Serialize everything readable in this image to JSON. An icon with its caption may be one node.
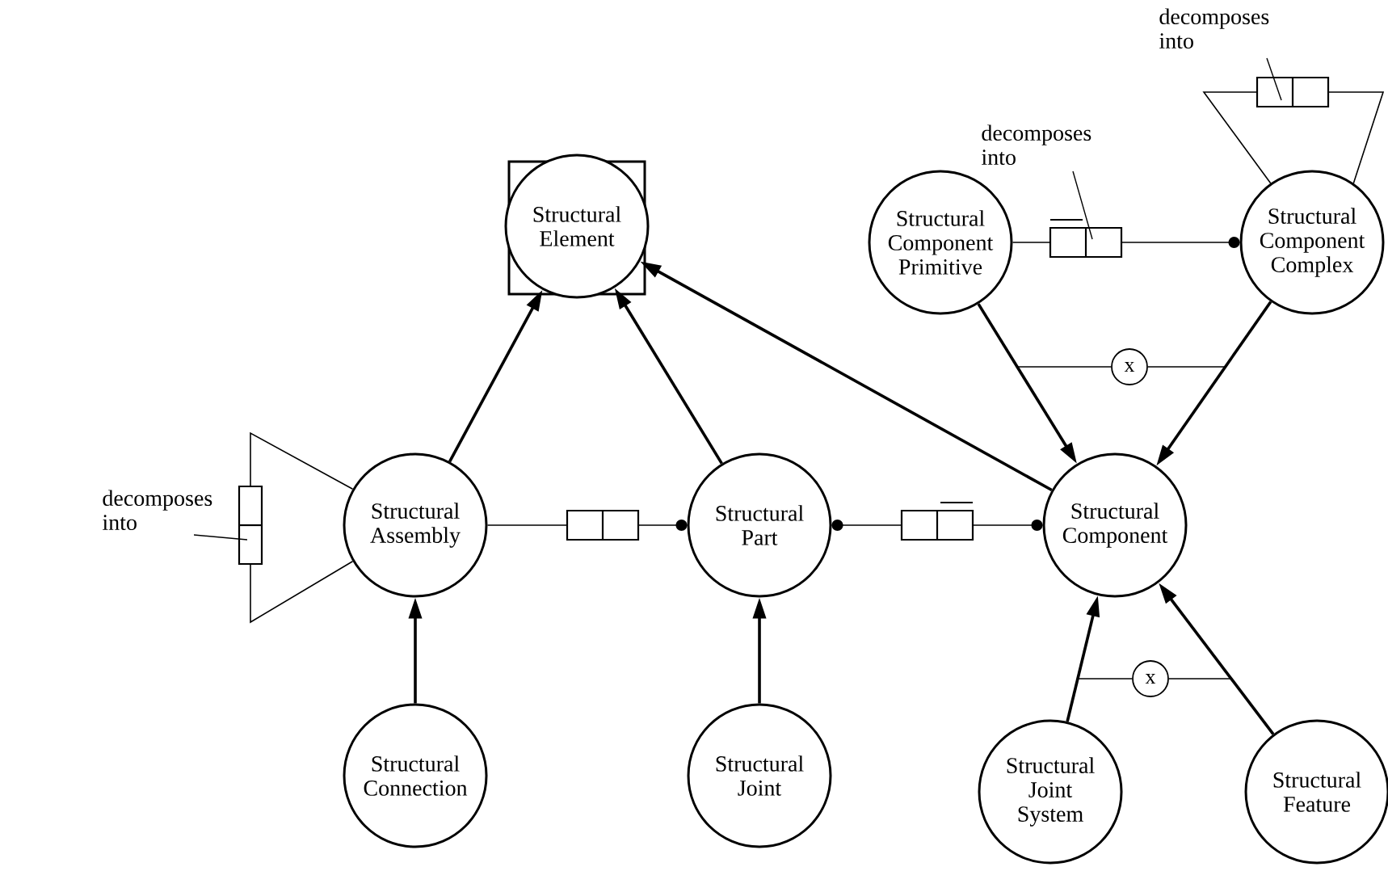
{
  "diagram": {
    "nodes": [
      {
        "text": [
          "Structural Element"
        ]
      },
      {
        "text": [
          "Structural Component Primitive"
        ]
      },
      {
        "text": [
          "Structural Component Complex"
        ]
      },
      {
        "text": [
          "Structural Assembly"
        ]
      },
      {
        "text": [
          "Structural Part"
        ]
      },
      {
        "text": [
          "Structural Component"
        ]
      },
      {
        "text": [
          "Structural Connection"
        ]
      },
      {
        "text": [
          "Structural Joint"
        ]
      },
      {
        "text": [
          "Structural Joint System"
        ]
      },
      {
        "text": [
          "Structural Feature"
        ]
      },
      {
        "text": [
          "x"
        ]
      },
      {
        "text": [
          "x"
        ]
      }
    ],
    "edges": [
      {
        "from": 3,
        "to": 0,
        "arrow": "to"
      },
      {
        "from": 4,
        "to": 0,
        "arrow": "to"
      },
      {
        "from": 5,
        "to": 0,
        "arrow": "to"
      },
      {
        "from": 1,
        "to": 5,
        "arrow": "to"
      },
      {
        "from": 2,
        "to": 5,
        "arrow": "to"
      },
      {
        "from": 6,
        "to": 3,
        "arrow": "to"
      },
      {
        "from": 7,
        "to": 4,
        "arrow": "to"
      },
      {
        "from": 8,
        "to": 5,
        "arrow": "to"
      },
      {
        "from": 9,
        "to": 5,
        "arrow": "to"
      },
      {
        "from": 3,
        "to": 4,
        "arrow": "other"
      },
      {
        "from": 4,
        "to": 5,
        "arrow": "other"
      },
      {
        "from": 1,
        "to": 2,
        "arrow": "other",
        "label": "decomposes into"
      },
      {
        "from": 3,
        "to": 3,
        "arrow": "none",
        "label": "decomposes into"
      },
      {
        "from": 2,
        "to": 2,
        "arrow": "none",
        "label": "decomposes into"
      },
      {
        "from": 10,
        "to": null,
        "arrow": "none"
      },
      {
        "from": 10,
        "to": null,
        "arrow": "none"
      },
      {
        "from": 11,
        "to": null,
        "arrow": "none"
      },
      {
        "from": 11,
        "to": null,
        "arrow": "none"
      }
    ]
  }
}
